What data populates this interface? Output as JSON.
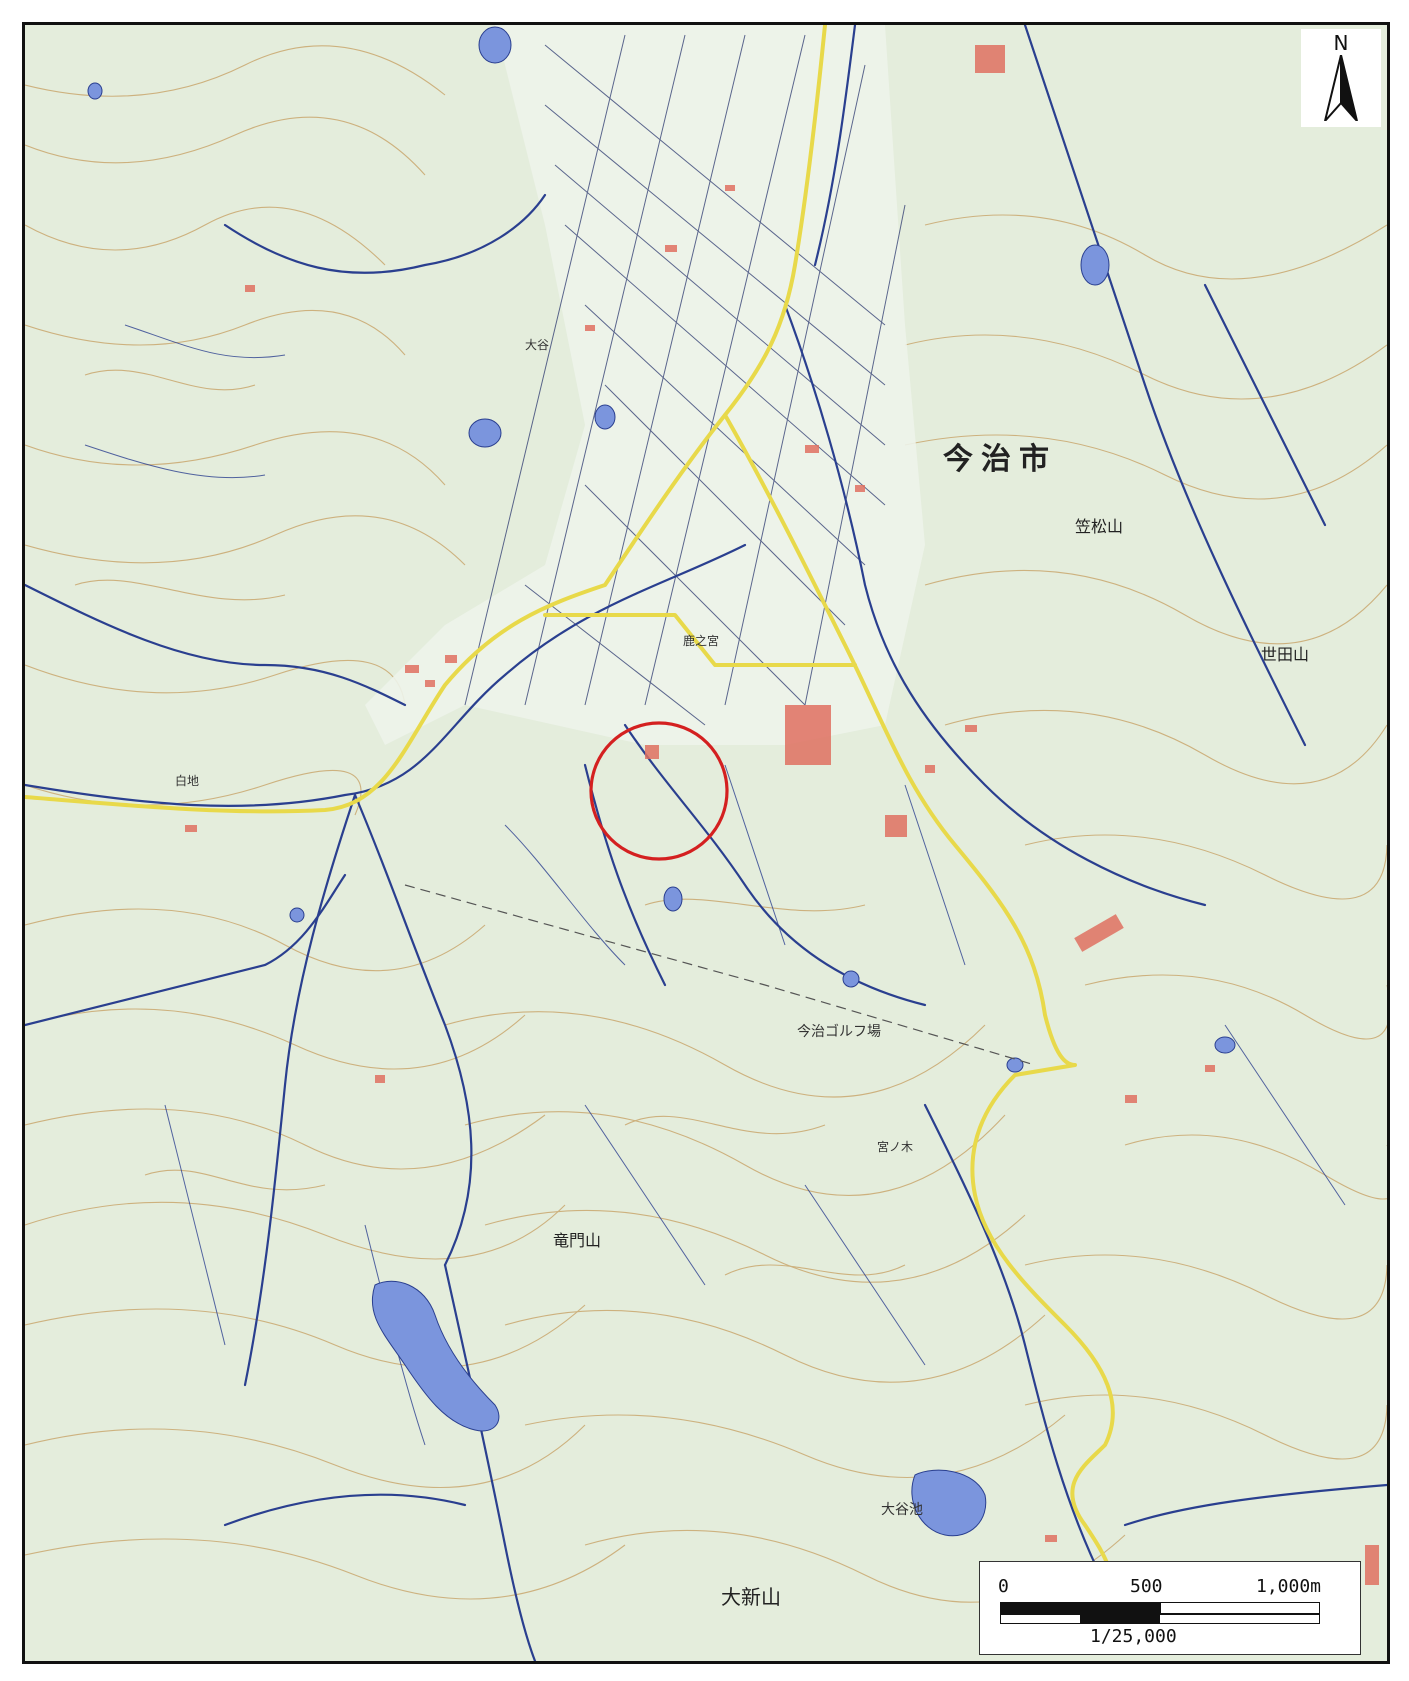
{
  "map": {
    "city_label": "今治市",
    "mountains": [
      "笠松山",
      "世田山",
      "竜門山",
      "大新山"
    ],
    "facilities": [
      "今治ゴルフ場",
      "大谷池"
    ],
    "small_labels": [
      "白地",
      "鹿之宮",
      "大谷",
      "宮ノ木"
    ],
    "north_label": "N",
    "scale": {
      "zero": "0",
      "mid": "500",
      "end": "1,000m",
      "ratio": "1/25,000"
    },
    "colors": {
      "terrain": "#e4eddc",
      "contour": "#c9a76e",
      "water": "#7b95dd",
      "river": "#2a3f8f",
      "road": "#e8d94a",
      "building": "#e07060",
      "marker": "#d42020"
    }
  }
}
